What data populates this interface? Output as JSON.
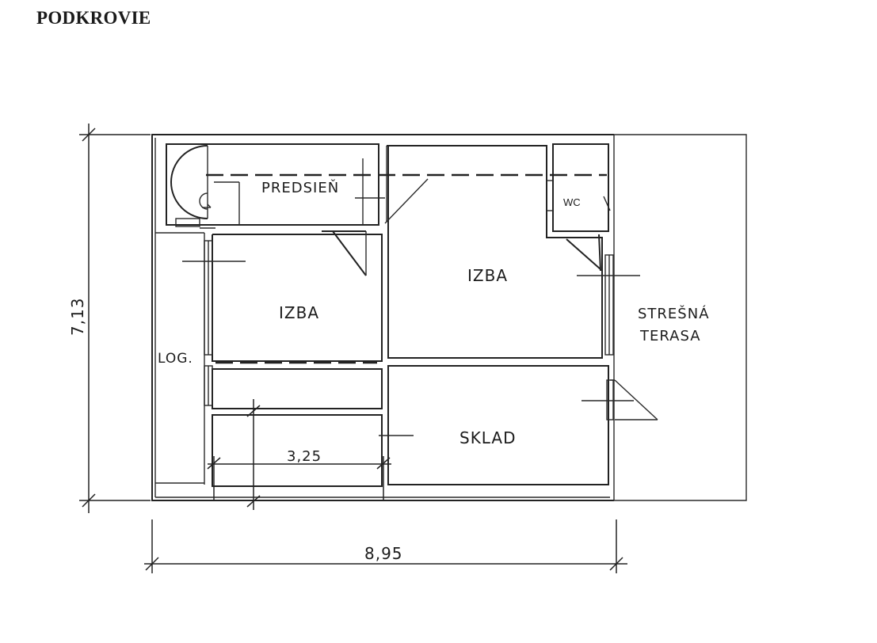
{
  "title": "PODKROVIE",
  "rooms": {
    "predsien": "PREDSIEŇ",
    "wc": "WC",
    "izba_right": "IZBA",
    "izba_left": "IZBA",
    "loggia": "LOG.",
    "sklad": "SKLAD",
    "terrace_line1": "STREŠNÁ",
    "terrace_line2": "TERASA"
  },
  "dimensions": {
    "height": "7,13",
    "width": "8,95",
    "inner": "3,25"
  },
  "colors": {
    "ink": "#222222",
    "paper": "#ffffff"
  }
}
